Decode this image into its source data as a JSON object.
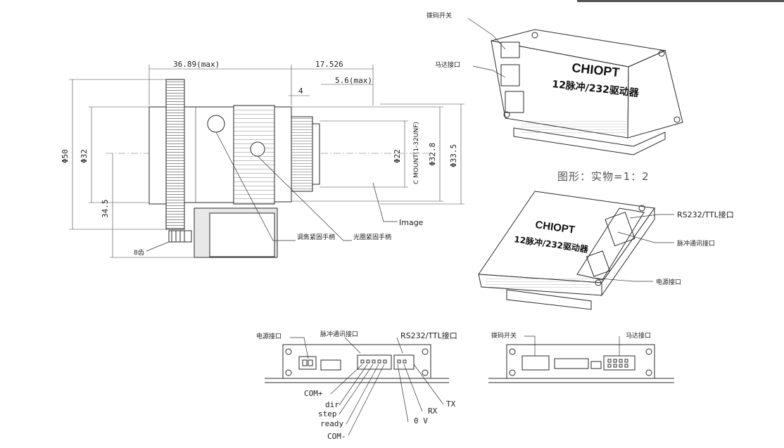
{
  "lens_drawing": {
    "dim_top_left": "36.89(max)",
    "dim_top_right": "17.526",
    "dim_thread": "5.6(max)",
    "dim_flange": "4",
    "dim_phi50": "Φ50",
    "dim_phi32": "Φ32",
    "dim_34_5": "34.5",
    "dim_phi22": "Φ22",
    "dim_mount": "C MOUNT(1-32UNF)",
    "dim_phi32_8": "Φ32.8",
    "dim_phi33_5": "Φ33.5",
    "label_image": "Image",
    "label_focus_knob": "调焦紧固手柄",
    "label_iris_knob": "光圈紧固手柄",
    "label_teeth": "8齿"
  },
  "driver_top": {
    "label_dip_switch": "拨码开关",
    "label_motor_port": "马达接口",
    "brand": "CHIOPT",
    "product": "12脉冲/232驱动器"
  },
  "caption": "图形：实物=1：2",
  "driver_bottom": {
    "brand": "CHIOPT",
    "product": "12脉冲/232驱动器",
    "label_rs232": "RS232/TTL接口",
    "label_pulse": "脉冲通讯接口",
    "label_power": "电源接口"
  },
  "front_view": {
    "label_power": "电源接口",
    "label_pulse": "脉冲通讯接口",
    "label_rs232": "RS232/TTL接口",
    "pins": [
      "COM+",
      "dir",
      "step",
      "ready",
      "COM-",
      "0 V",
      "RX",
      "TX"
    ]
  },
  "back_view": {
    "label_dip_switch": "拨码开关",
    "label_motor_port": "马达接口"
  },
  "icons": {
    "lens_knob": "knurled-knob-icon",
    "mount_screw": "screw-icon"
  }
}
